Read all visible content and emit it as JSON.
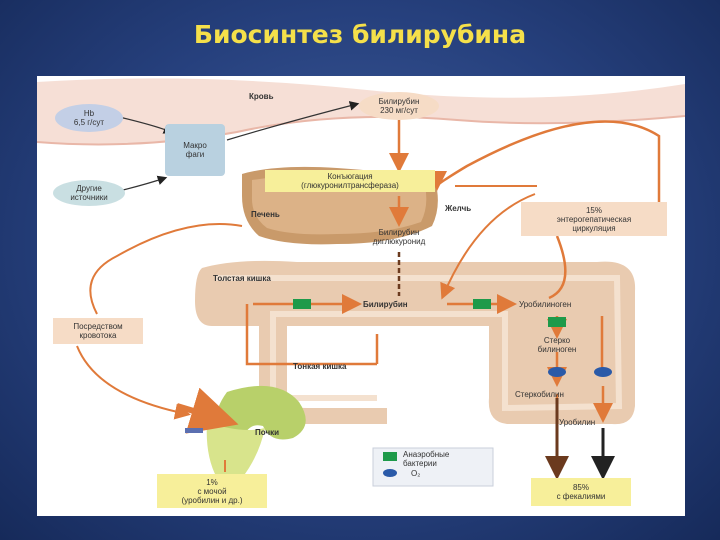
{
  "slide": {
    "title": "Биосинтез билирубина"
  },
  "diagram": {
    "blood_label": "Кровь",
    "hb_line1": "Hb",
    "hb_line2": "6,5 г/сут",
    "macrophage_line1": "Макро",
    "macrophage_line2": "фаги",
    "other_sources_line1": "Другие",
    "other_sources_line2": "источники",
    "bilirubin_blood_line1": "Билирубин",
    "bilirubin_blood_line2": "230 мг/сут",
    "conjugation_line1": "Конъюгация",
    "conjugation_line2": "(глюкуронилтрансфераза)",
    "liver_label": "Печень",
    "bile_label": "Желчь",
    "diglucuronide_line1": "Билирубин",
    "diglucuronide_line2": "диглюкуронид",
    "enterohepatic_line1": "15%",
    "enterohepatic_line2": "энтерогепатическая",
    "enterohepatic_line3": "циркуляция",
    "colon_label": "Толстая кишка",
    "bilirubin_gut": "Билирубин",
    "urobilinogen": "Уробилиноген",
    "bloodstream_line1": "Посредством",
    "bloodstream_line2": "кровотока",
    "stercobilinogen_line1": "Стерко",
    "stercobilinogen_line2": "билиноген",
    "small_intestine": "Тонкая кишка",
    "stercobilin": "Стеркобилин",
    "urobilin": "Уробилин",
    "kidneys": "Почки",
    "legend_anaerobic_line1": "Анаэробные",
    "legend_anaerobic_line2": "бактерии",
    "legend_o2": "O₂",
    "urine_line1": "1%",
    "urine_line2": "с мочой",
    "urine_line3": "(уробилин и др.)",
    "feces_line1": "85%",
    "feces_line2": "с фекалиями"
  },
  "colors": {
    "arrow_orange": "#e07a3a",
    "arrow_brown": "#6b3a1e",
    "bacteria_green": "#1e9a4a",
    "oxygen_blue": "#2a5aa8",
    "label_box": "#f6dcc6",
    "yellow_box": "#f7ef9a"
  }
}
